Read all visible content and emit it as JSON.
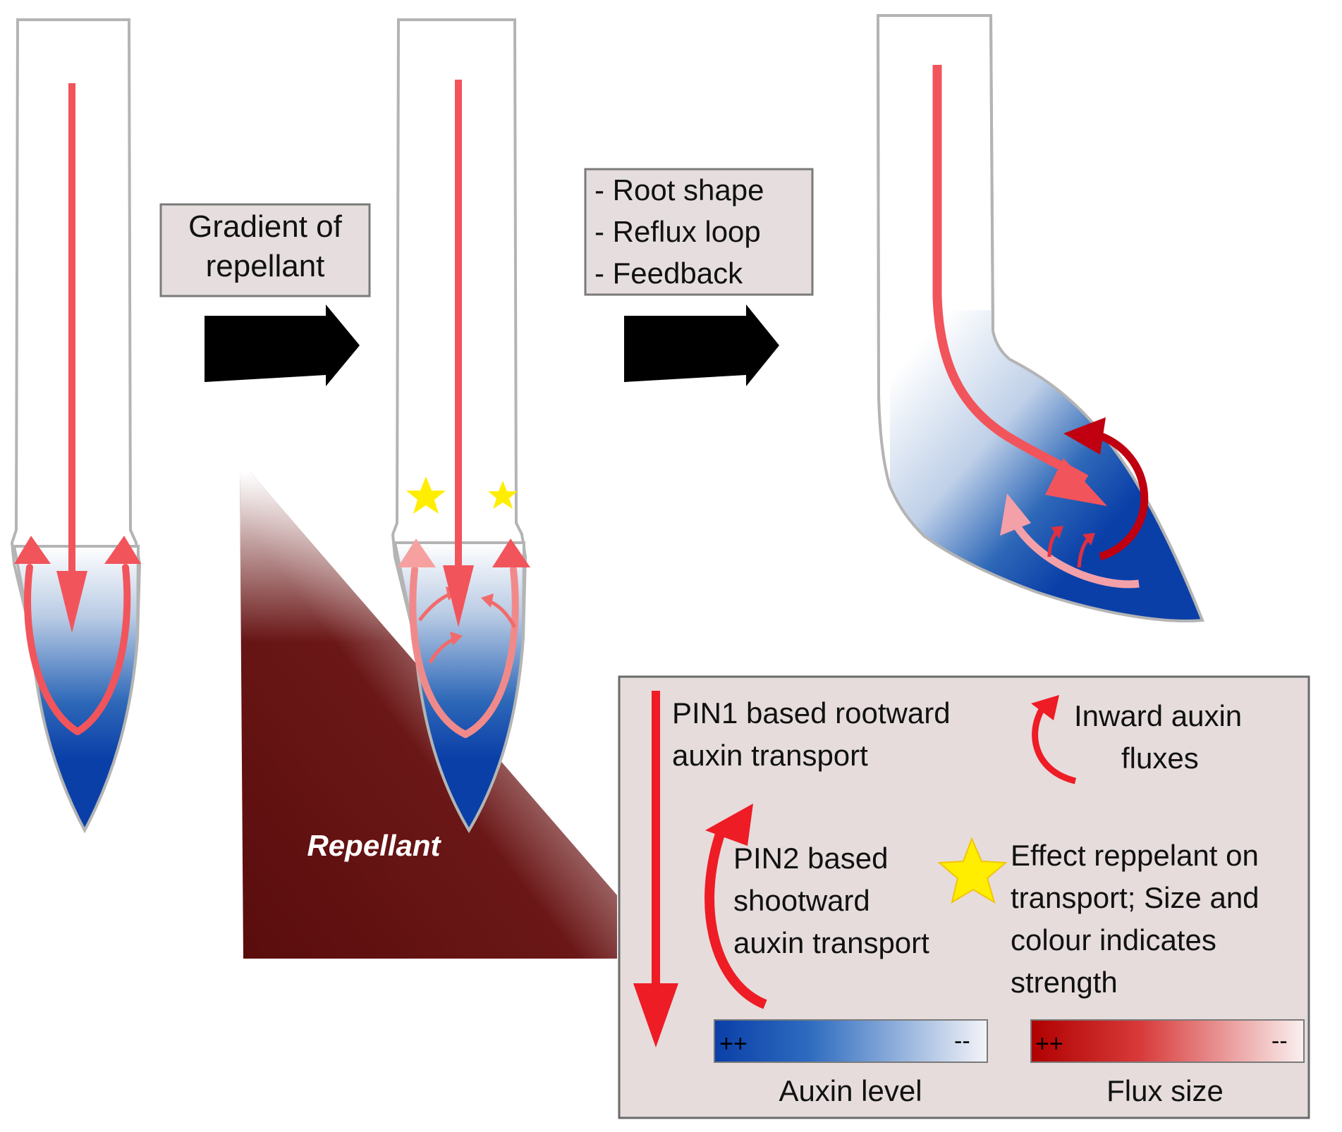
{
  "step1_box": {
    "line1": "Gradient of",
    "line2": "repellant"
  },
  "step2_box": {
    "line1": "- Root shape",
    "line2": "- Reflux loop",
    "line3": "- Feedback"
  },
  "repellant_label": "Repellant",
  "legend": {
    "pin1": {
      "line1": "PIN1 based rootward",
      "line2": "auxin transport"
    },
    "inward": {
      "line1": "Inward auxin",
      "line2": "fluxes"
    },
    "pin2": {
      "line1": "PIN2 based",
      "line2": "shootward",
      "line3": "auxin transport"
    },
    "star": {
      "line1": "Effect reppelant on",
      "line2": "transport; Size and",
      "line3": "colour indicates",
      "line4": "strength"
    },
    "auxin_scale": {
      "high": "++",
      "low": "--",
      "label": "Auxin level"
    },
    "flux_scale": {
      "high": "++",
      "low": "--",
      "label": "Flux size"
    }
  },
  "colors": {
    "auxin_high": "#0a3fa8",
    "flux_high": "#c00000",
    "arrow": "#f2545b",
    "repellant": "#5a0c0c",
    "star": "#ffee00"
  }
}
